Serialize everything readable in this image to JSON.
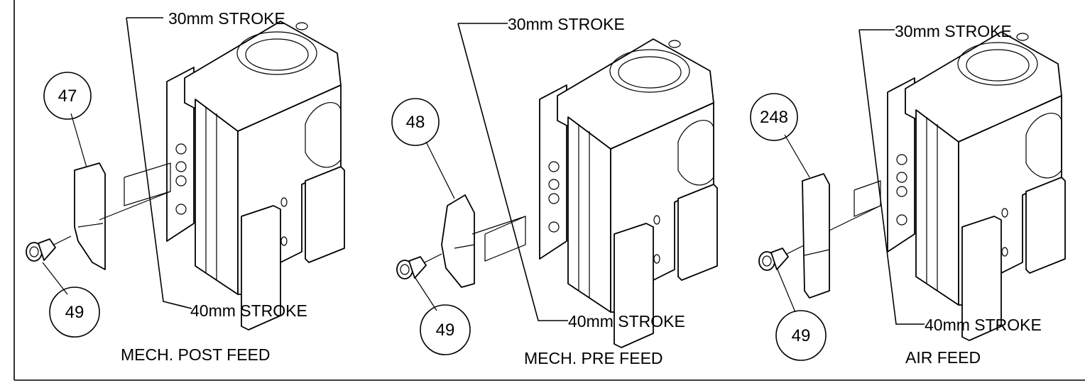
{
  "views": [
    {
      "id": "mech-post-feed",
      "caption": "MECH. POST FEED",
      "stroke_top": "30mm STROKE",
      "stroke_bottom": "40mm STROKE",
      "part_bubble": "47",
      "screw_bubble": "49"
    },
    {
      "id": "mech-pre-feed",
      "caption": "MECH. PRE FEED",
      "stroke_top": "30mm STROKE",
      "stroke_bottom": "40mm STROKE",
      "part_bubble": "48",
      "screw_bubble": "49"
    },
    {
      "id": "air-feed",
      "caption": "AIR FEED",
      "stroke_top": "30mm STROKE",
      "stroke_bottom": "40mm STROKE",
      "part_bubble": "248",
      "screw_bubble": "49"
    }
  ]
}
